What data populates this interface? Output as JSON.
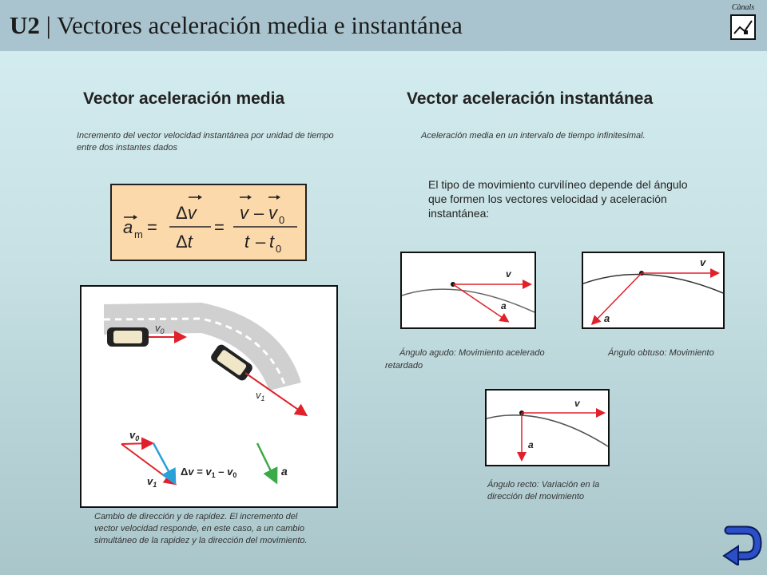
{
  "header": {
    "unit": "U2",
    "separator": "|",
    "title": "Vectores aceleración media e instantánea",
    "logo_text": "Cànals"
  },
  "left": {
    "heading": "Vector aceleración media",
    "definition": "Incremento del vector velocidad instantánea por unidad de tiempo entre dos instantes dados",
    "caption": "Cambio de dirección y de rapidez. El incremento del vector velocidad responde, en este caso, a un cambio simultáneo de la rapidez y la dirección del movimiento."
  },
  "right": {
    "heading": "Vector aceleración instantánea",
    "definition": "Aceleración media en un intervalo de tiempo infinitesimal.",
    "paragraph": "El tipo de movimiento curvilíneo depende del ángulo que formen los vectores velocidad y aceleración instantánea:",
    "caption_acute": "Ángulo agudo: Movimiento acelerado",
    "caption_obtuse": "Ángulo obtuso: Movimiento",
    "caption_obtuse_cont": "retardado",
    "caption_right": "Ángulo recto: Variación en la dirección del movimiento"
  },
  "icons": {
    "back": "return-arrow-icon",
    "logo": "canals-logo-icon"
  },
  "colors": {
    "header_bg": "#a9c4cf",
    "formula_bg": "#fcd9ab",
    "red_vector": "#e0202a",
    "blue_vector": "#2aa0d8",
    "green_vector": "#3aaa48",
    "back_button": "#1f3fa8"
  }
}
